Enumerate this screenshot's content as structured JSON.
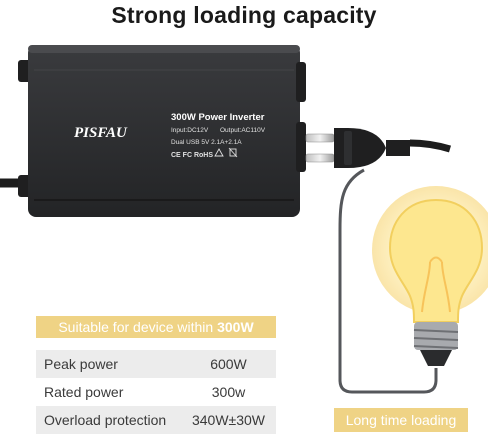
{
  "heading": "Strong loading capacity",
  "inverter": {
    "brand": "PISFAU",
    "model": "300W Power Inverter",
    "input": "Input:DC12V",
    "output": "Output:AC110V",
    "usb": "Dual  USB  5V  2.1A+2.1A",
    "certs": "CE FC RoHS"
  },
  "banner": {
    "text": "Suitable for device within",
    "value": "300W"
  },
  "specs": [
    {
      "name": "Peak power",
      "value": "600W"
    },
    {
      "name": "Rated power",
      "value": "300w"
    },
    {
      "name": "Overload protection",
      "value": "340W±30W"
    }
  ],
  "bulb_label": "Long time loading",
  "colors": {
    "accent": "#efd385",
    "inverter_body": "#2a2b2d",
    "bulb_glow": "#fff3b0"
  }
}
